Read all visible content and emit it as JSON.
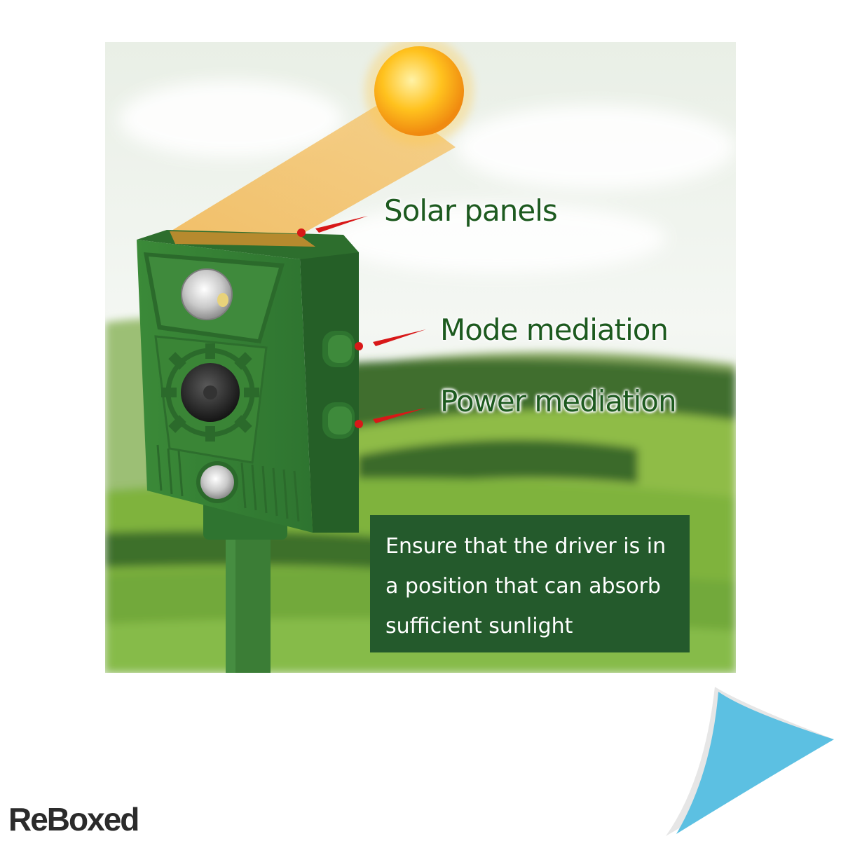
{
  "image": {
    "callouts": {
      "solar": "Solar panels",
      "mode": "Mode mediation",
      "power": "Power mediation"
    },
    "info_box": {
      "text": "Ensure that the driver is in a position that can absorb sufficient sunlight"
    },
    "brand": {
      "logo_text": "ReBoxed"
    },
    "colors": {
      "device_green": "#3f8a3c",
      "label_green": "#1d5a1f",
      "info_box_bg": "#245a2c",
      "sun": "#f7a81b",
      "pointer_red": "#d81818",
      "corner_blue": "#5cc0e2"
    },
    "icons": {
      "sun": "sun-icon",
      "corner": "page-curl-icon"
    }
  }
}
